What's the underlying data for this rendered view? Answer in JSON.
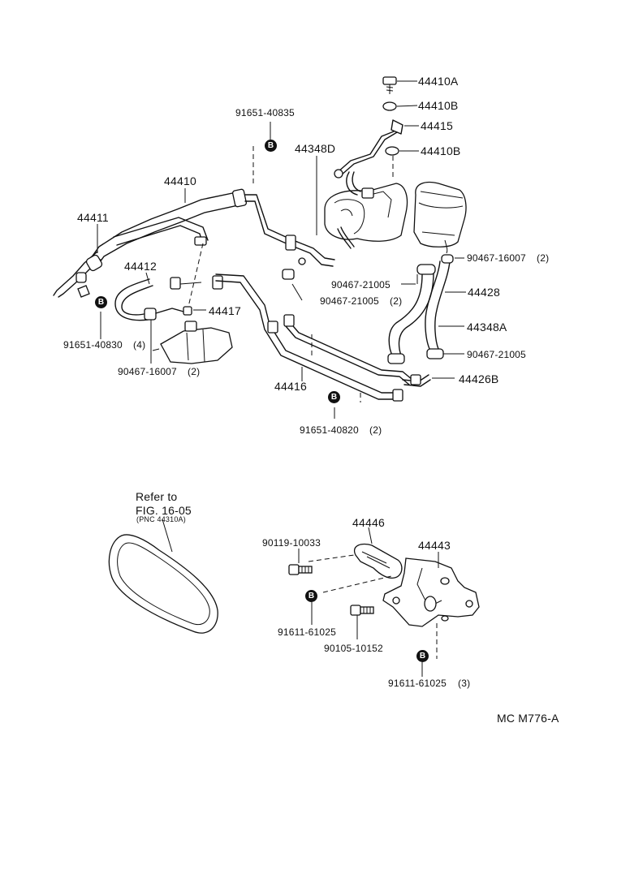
{
  "labels": {
    "p44410A": "44410A",
    "p44410B_top": "44410B",
    "p44415": "44415",
    "p44410B_mid": "44410B",
    "p91651_40835": "91651-40835",
    "p44348D": "44348D",
    "p44410": "44410",
    "p44411": "44411",
    "p90467_16007_r": "90467-16007",
    "p90467_16007_r_qty": "(2)",
    "p44412": "44412",
    "p90467_21005_a": "90467-21005",
    "p44428": "44428",
    "p90467_21005_b": "90467-21005",
    "p90467_21005_b_qty": "(2)",
    "p44417": "44417",
    "p44348A": "44348A",
    "p91651_40830": "91651-40830",
    "p91651_40830_qty": "(4)",
    "p90467_21005_c": "90467-21005",
    "p90467_16007_l": "90467-16007",
    "p90467_16007_l_qty": "(2)",
    "p44416": "44416",
    "p44426B": "44426B",
    "p91651_40820": "91651-40820",
    "p91651_40820_qty": "(2)",
    "ref_line1": "Refer to",
    "ref_line2": "FIG. 16-05",
    "ref_line3": "(PNC 44310A)",
    "p44446": "44446",
    "p90119_10033": "90119-10033",
    "p44443": "44443",
    "p91611_61025_a": "91611-61025",
    "p90105_10152": "90105-10152",
    "p91611_61025_b": "91611-61025",
    "p91611_61025_b_qty": "(3)",
    "figure_code": "MC M776-A",
    "bolt_mark": "B"
  }
}
